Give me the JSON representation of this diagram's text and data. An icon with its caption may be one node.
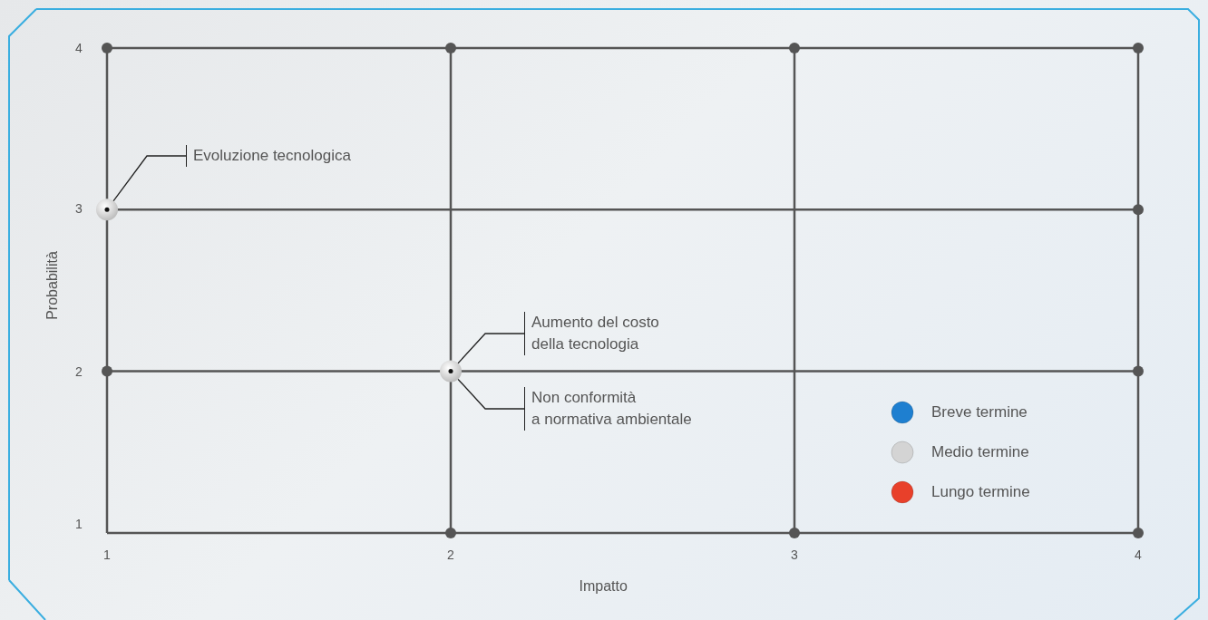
{
  "diagram": {
    "nodes": [
      {
        "text": [
          "Evoluzione tecnologica"
        ]
      },
      {
        "text": [],
        "shape": "circle"
      },
      {
        "text": [
          "Aumento del costo della tecnologia"
        ]
      },
      {
        "text": [],
        "shape": "circle"
      },
      {
        "text": [
          "Non conformità a normativa ambientale"
        ]
      }
    ],
    "edges": [
      {
        "from": 0,
        "to": 1,
        "arrow": "none"
      },
      {
        "from": 2,
        "to": 3,
        "arrow": "none"
      },
      {
        "from": 4,
        "to": 3,
        "arrow": "none"
      }
    ],
    "labels": [
      "4",
      "3",
      "Probabilità",
      "2",
      "1",
      "1",
      "2",
      "3",
      "4",
      "Impatto"
    ],
    "legend": [
      {
        "text": "Breve termine",
        "color": "#1e7fd0"
      },
      {
        "text": "Medio termine",
        "color": "#d4d4d4"
      },
      {
        "text": "Lungo termine",
        "color": "#e8402a"
      }
    ]
  }
}
